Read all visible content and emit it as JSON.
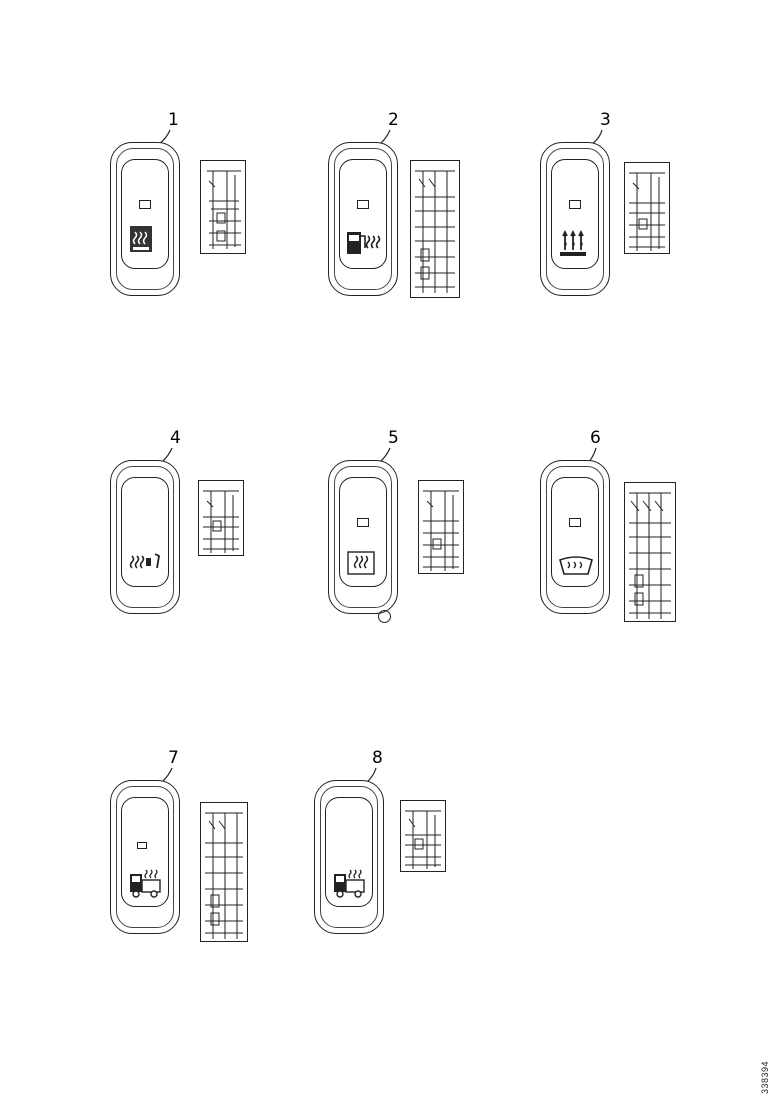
{
  "figure": {
    "reference": "338394",
    "callouts": [
      "1",
      "2",
      "3",
      "4",
      "5",
      "6",
      "7",
      "8"
    ]
  },
  "switches": [
    {
      "callout_index": 0,
      "symbol": "seat-heater-icon",
      "wide_schematic": false
    },
    {
      "callout_index": 1,
      "symbol": "fuel-heater-icon",
      "wide_schematic": true
    },
    {
      "callout_index": 2,
      "symbol": "rear-heater-icon",
      "wide_schematic": false
    },
    {
      "callout_index": 3,
      "symbol": "mirror-heater-icon",
      "wide_schematic": false
    },
    {
      "callout_index": 4,
      "symbol": "heated-element-icon",
      "wide_schematic": false
    },
    {
      "callout_index": 5,
      "symbol": "windscreen-heater-icon",
      "wide_schematic": true
    },
    {
      "callout_index": 6,
      "symbol": "truck-heater-icon",
      "wide_schematic": true
    },
    {
      "callout_index": 7,
      "symbol": "truck-heater-icon",
      "wide_schematic": false
    }
  ]
}
